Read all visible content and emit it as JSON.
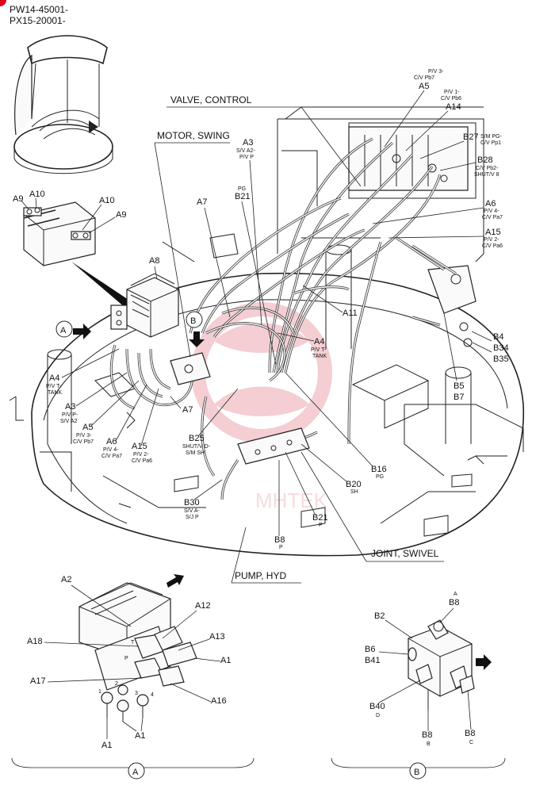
{
  "header": {
    "model_lines": [
      "PW14-45001-",
      "PX15-20001-"
    ],
    "corner_marker_color": "#e0001b"
  },
  "callouts": {
    "valve_control": "VALVE, CONTROL",
    "motor_swing": "MOTOR, SWING",
    "pump_hyd": "PUMP, HYD",
    "joint_swivel": "JOINT, SWIVEL"
  },
  "view_markers": {
    "a": "A",
    "b": "B"
  },
  "part_labels": {
    "a9_left": "A9",
    "a10_left": "A10",
    "a10_right": "A10",
    "a9_right": "A9",
    "a8": "A8",
    "a7_top": "A7",
    "a7_bottom": "A7",
    "a3_main": "A3",
    "a3_main_sub": [
      "S/V A2-",
      "P/V P"
    ],
    "b21_top": "B21",
    "b21_top_sub": [
      "PG"
    ],
    "a5_top": "A5",
    "a5_top_sub": [
      "P/V 3-",
      "C/V Pb7"
    ],
    "a14": "A14",
    "a14_sub": [
      "P/V 1-",
      "C/V Pb6"
    ],
    "b27": "B27",
    "b27_sub": [
      "S/M PG-",
      "C/V Pp1"
    ],
    "b28": "B28",
    "b28_sub": [
      "C/V Pb2-",
      "SHUT/V 8"
    ],
    "a6_right": "A6",
    "a6_right_sub": [
      "P/V 4-",
      "C/V Pa7"
    ],
    "a15_right": "A15",
    "a15_right_sub": [
      "P/V 2-",
      "C/V Pa6"
    ],
    "a11": "A11",
    "a4_right": "A4",
    "a4_right_sub": [
      "P/V T-",
      "TANK"
    ],
    "b4": "B4",
    "b34": "B34",
    "b35": "B35",
    "b5": "B5",
    "b7": "B7",
    "a4_left": "A4",
    "a4_left_sub": [
      "P/V T-",
      "TANK"
    ],
    "a3_left": "A3",
    "a3_left_sub": [
      "P/V P-",
      "S/V A2"
    ],
    "a5_left": "A5",
    "a5_left_sub": [
      "P/V 3-",
      "C/V Pb7"
    ],
    "a6_left": "A6",
    "a6_left_sub": [
      "P/V 4-",
      "C/V Pa7"
    ],
    "a15_left": "A15",
    "a15_left_sub": [
      "P/V 2-",
      "C/V Pa6"
    ],
    "b25": "B25",
    "b25_sub": [
      "SHUT/V D-",
      "S/M SH"
    ],
    "b16": "B16",
    "b16_sub": [
      "PG"
    ],
    "b20": "B20",
    "b20_sub": [
      "SH"
    ],
    "b30": "B30",
    "b30_sub": [
      "S/V A-",
      "S/J P"
    ],
    "b21_bottom": "B21",
    "b21_bottom_sub": [
      "P"
    ],
    "b8_center": "B8",
    "b8_center_sub": [
      "P"
    ]
  },
  "detail_a_labels": {
    "a2": "A2",
    "a12": "A12",
    "a18": "A18",
    "a13": "A13",
    "a1_right": "A1",
    "a17": "A17",
    "a16": "A16",
    "a1_bottom_left": "A1",
    "a1_bottom_right": "A1",
    "port_t": "T",
    "port_p": "P",
    "ports_numbers": [
      "1",
      "2",
      "3",
      "4"
    ]
  },
  "detail_b_labels": {
    "b8_top": "B8",
    "b8_top_sub": "A",
    "b2": "B2",
    "b6": "B6",
    "b41": "B41",
    "b40": "B40",
    "b40_sub": "D",
    "b8_bottom_left": "B8",
    "b8_bottom_left_sub": "B",
    "b8_bottom_right": "B8",
    "b8_bottom_right_sub": "C"
  },
  "watermark": {
    "text": "MHTEK",
    "color": "#e8959c"
  }
}
